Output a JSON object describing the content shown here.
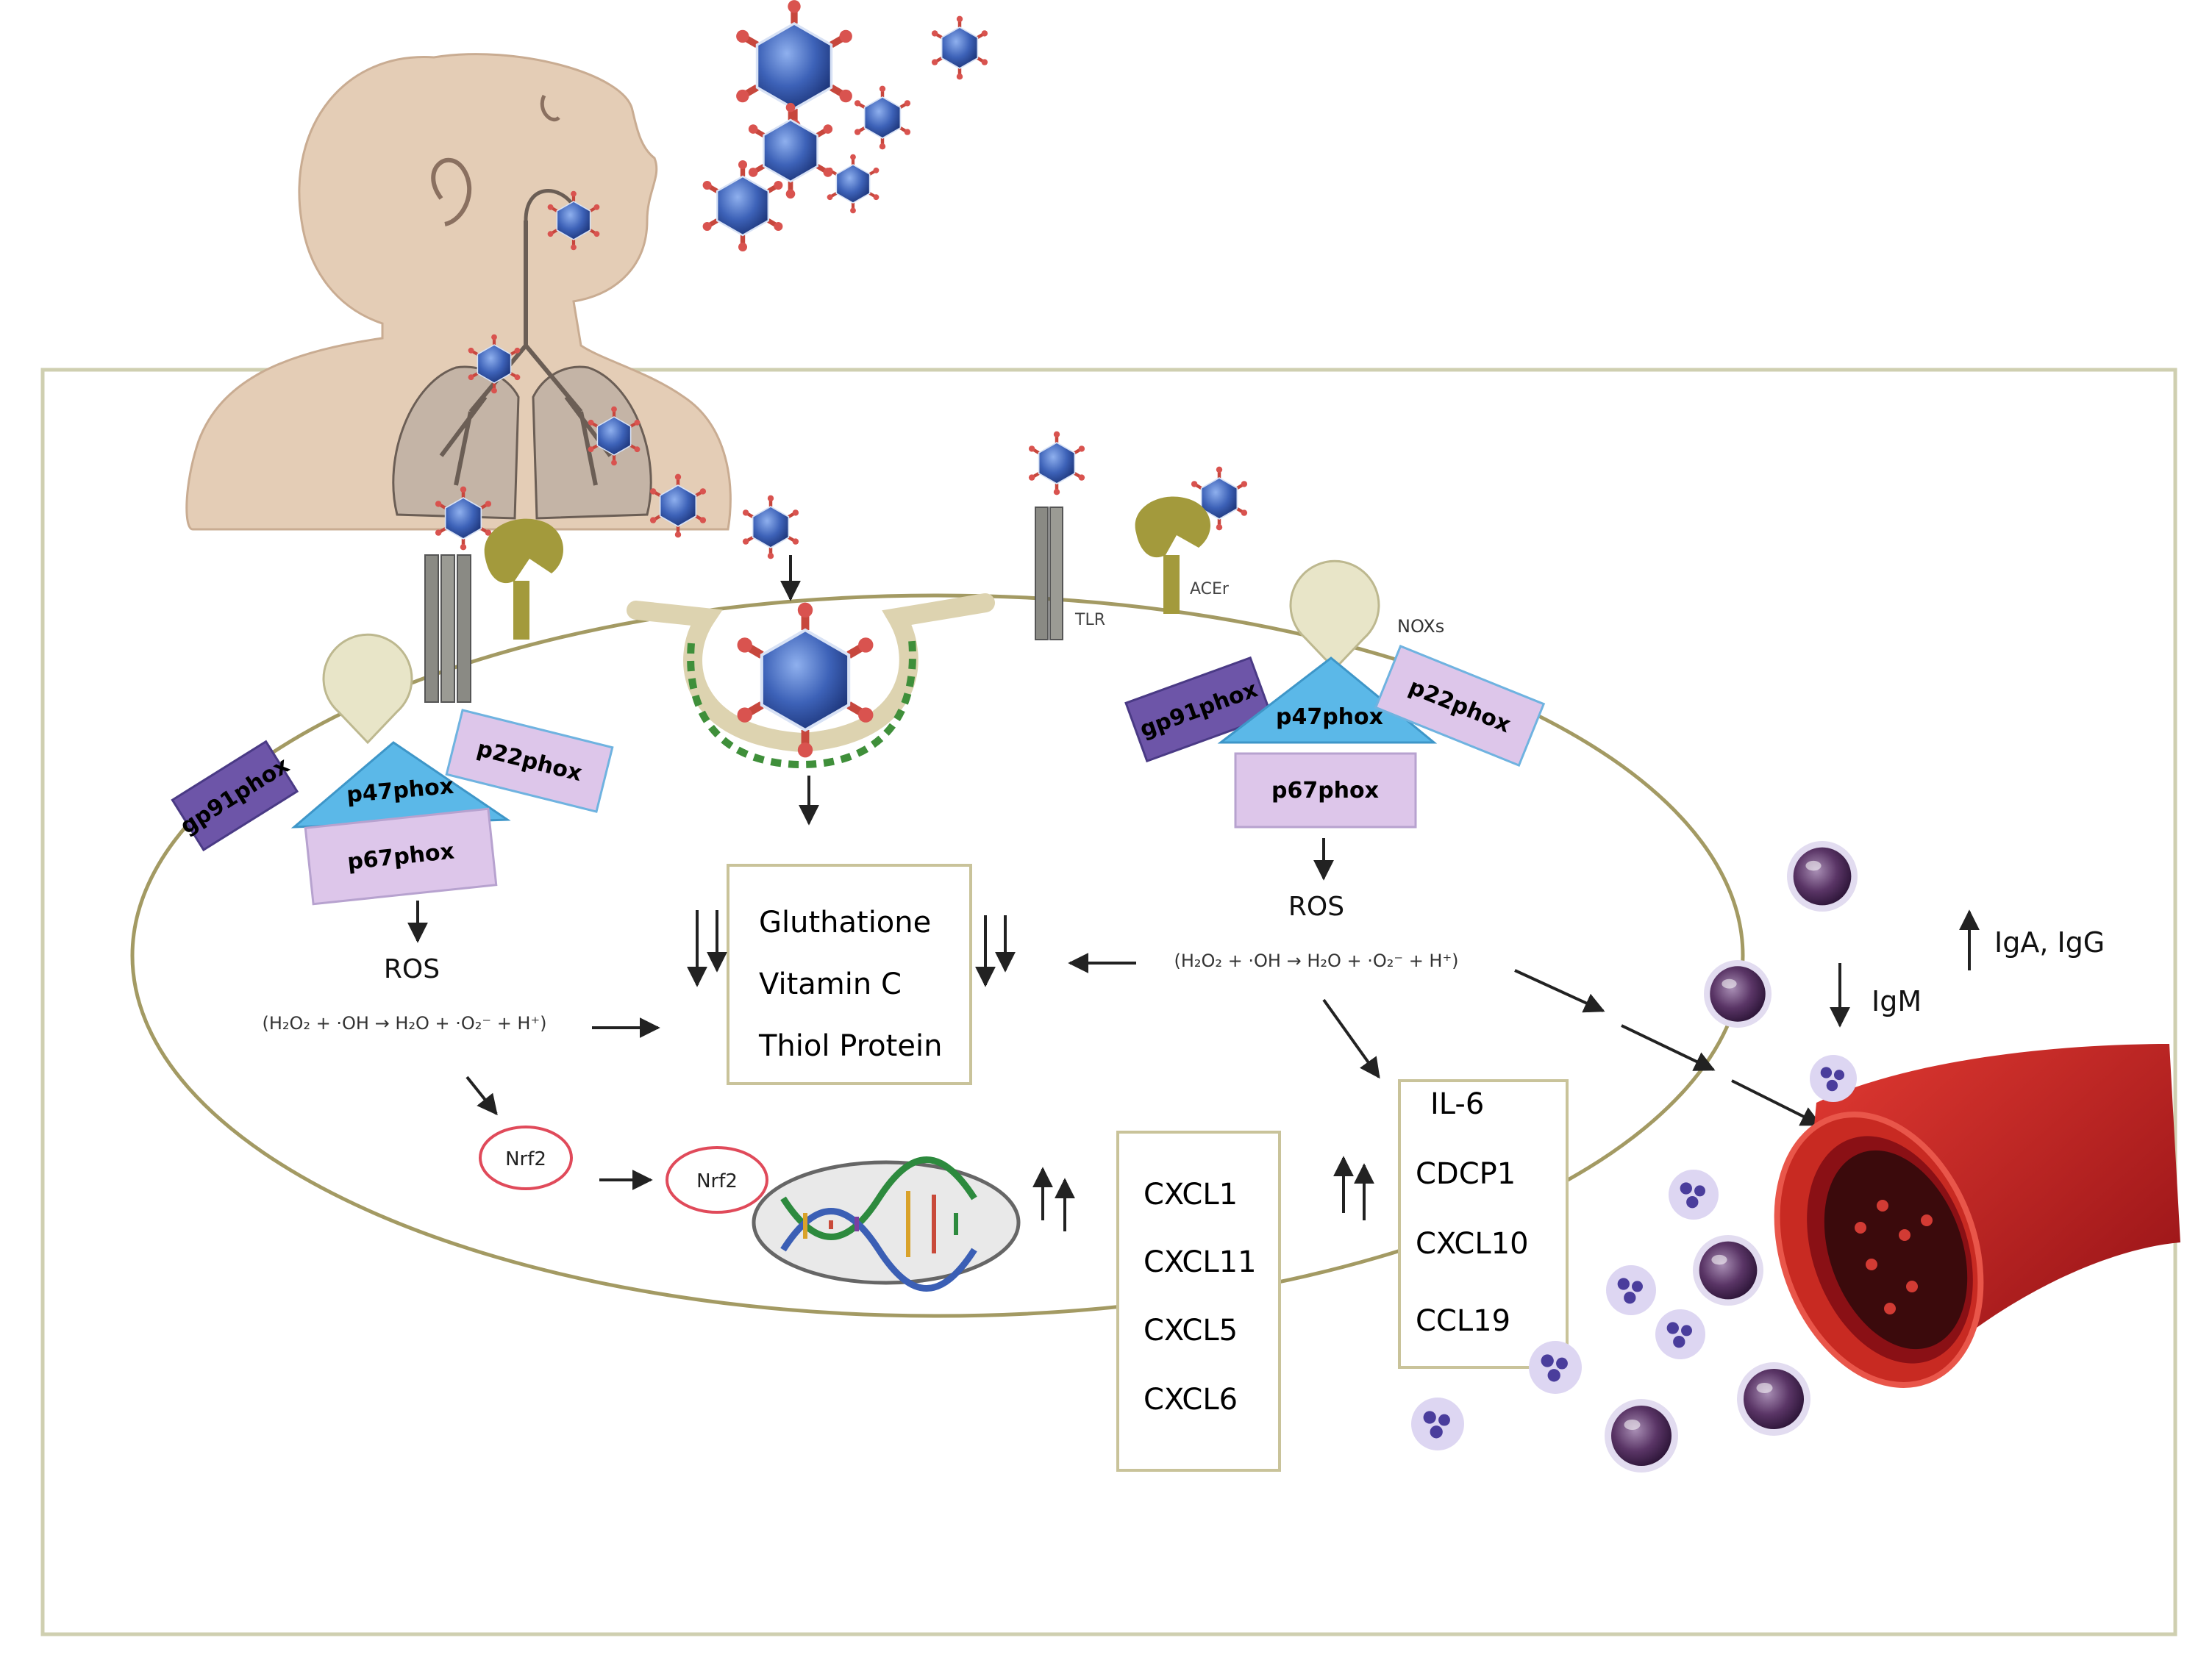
{
  "left_complex": {
    "gp91": "gp91phox",
    "p47": "p47phox",
    "p22": "p22phox",
    "p67": "p67phox",
    "ros": "ROS",
    "reaction": "(H₂O₂ + ·OH → H₂O + ·O₂⁻ + H⁺)"
  },
  "right_complex": {
    "gp91": "gp91phox",
    "p47": "p47phox",
    "p22": "p22phox",
    "p67": "p67phox",
    "nox_label": "NOXs",
    "ros": "ROS",
    "reaction": "(H₂O₂ + ·OH → H₂O + ·O₂⁻ + H⁺)"
  },
  "receptors": {
    "tlr": "TLR",
    "ace": "ACEr"
  },
  "antioxidants": [
    "Gluthatione",
    "Vitamin C",
    "Thiol Protein"
  ],
  "nrf2": [
    "Nrf2",
    "Nrf2"
  ],
  "chemokines_left": [
    "CXCL1",
    "CXCL11",
    "CXCL5",
    "CXCL6"
  ],
  "chemokines_right": [
    "IL-6",
    "CDCP1",
    "CXCL10",
    "CCL19"
  ],
  "immunoglobulins": {
    "down": "IgM",
    "up": "IgA, IgG"
  },
  "icons": [
    "child-lungs-icon",
    "virus-icon",
    "dna-icon",
    "blood-vessel-icon",
    "lymphocyte-icon",
    "neutrophil-icon"
  ],
  "colors": {
    "cell_membrane": "#a39a63",
    "gp91": "#6d55a8",
    "p47": "#5bb8e8",
    "p22_p67": "#ddc6ea",
    "virus": "#2e4f9c",
    "vessel": "#c81e1e",
    "nrf2_ring": "#e04a5a"
  }
}
